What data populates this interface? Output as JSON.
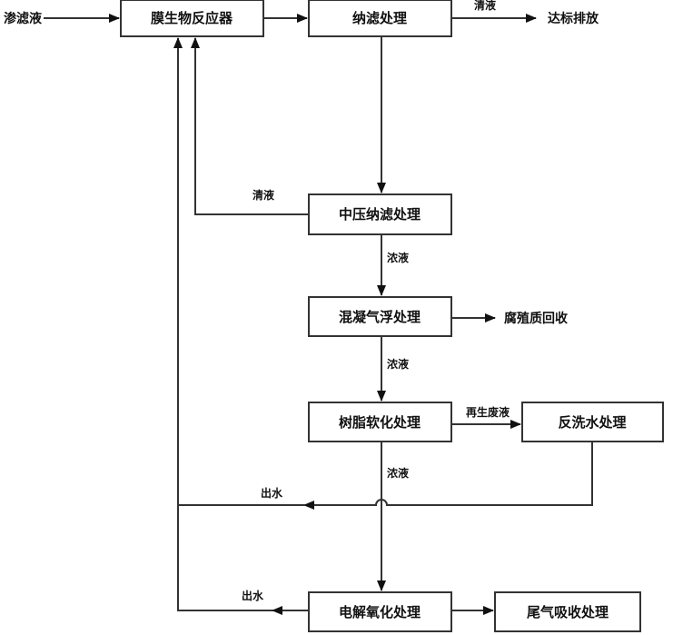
{
  "nodes": {
    "input": "渗滤液",
    "mbr": "膜生物反应器",
    "nf": "纳滤处理",
    "discharge": "达标排放",
    "mpnf": "中压纳滤处理",
    "coag": "混凝气浮处理",
    "humic": "腐殖质回收",
    "resin": "树脂软化处理",
    "backwash": "反洗水处理",
    "electro": "电解氧化处理",
    "tailgas": "尾气吸收处理"
  },
  "edges": {
    "nf_permeate": "清液",
    "mpnf_permeate": "清液",
    "mpnf_concentrate": "浓液",
    "coag_concentrate": "浓液",
    "regen_waste": "再生废液",
    "resin_concentrate": "浓液",
    "backwash_effluent": "出水",
    "electro_effluent": "出水"
  }
}
